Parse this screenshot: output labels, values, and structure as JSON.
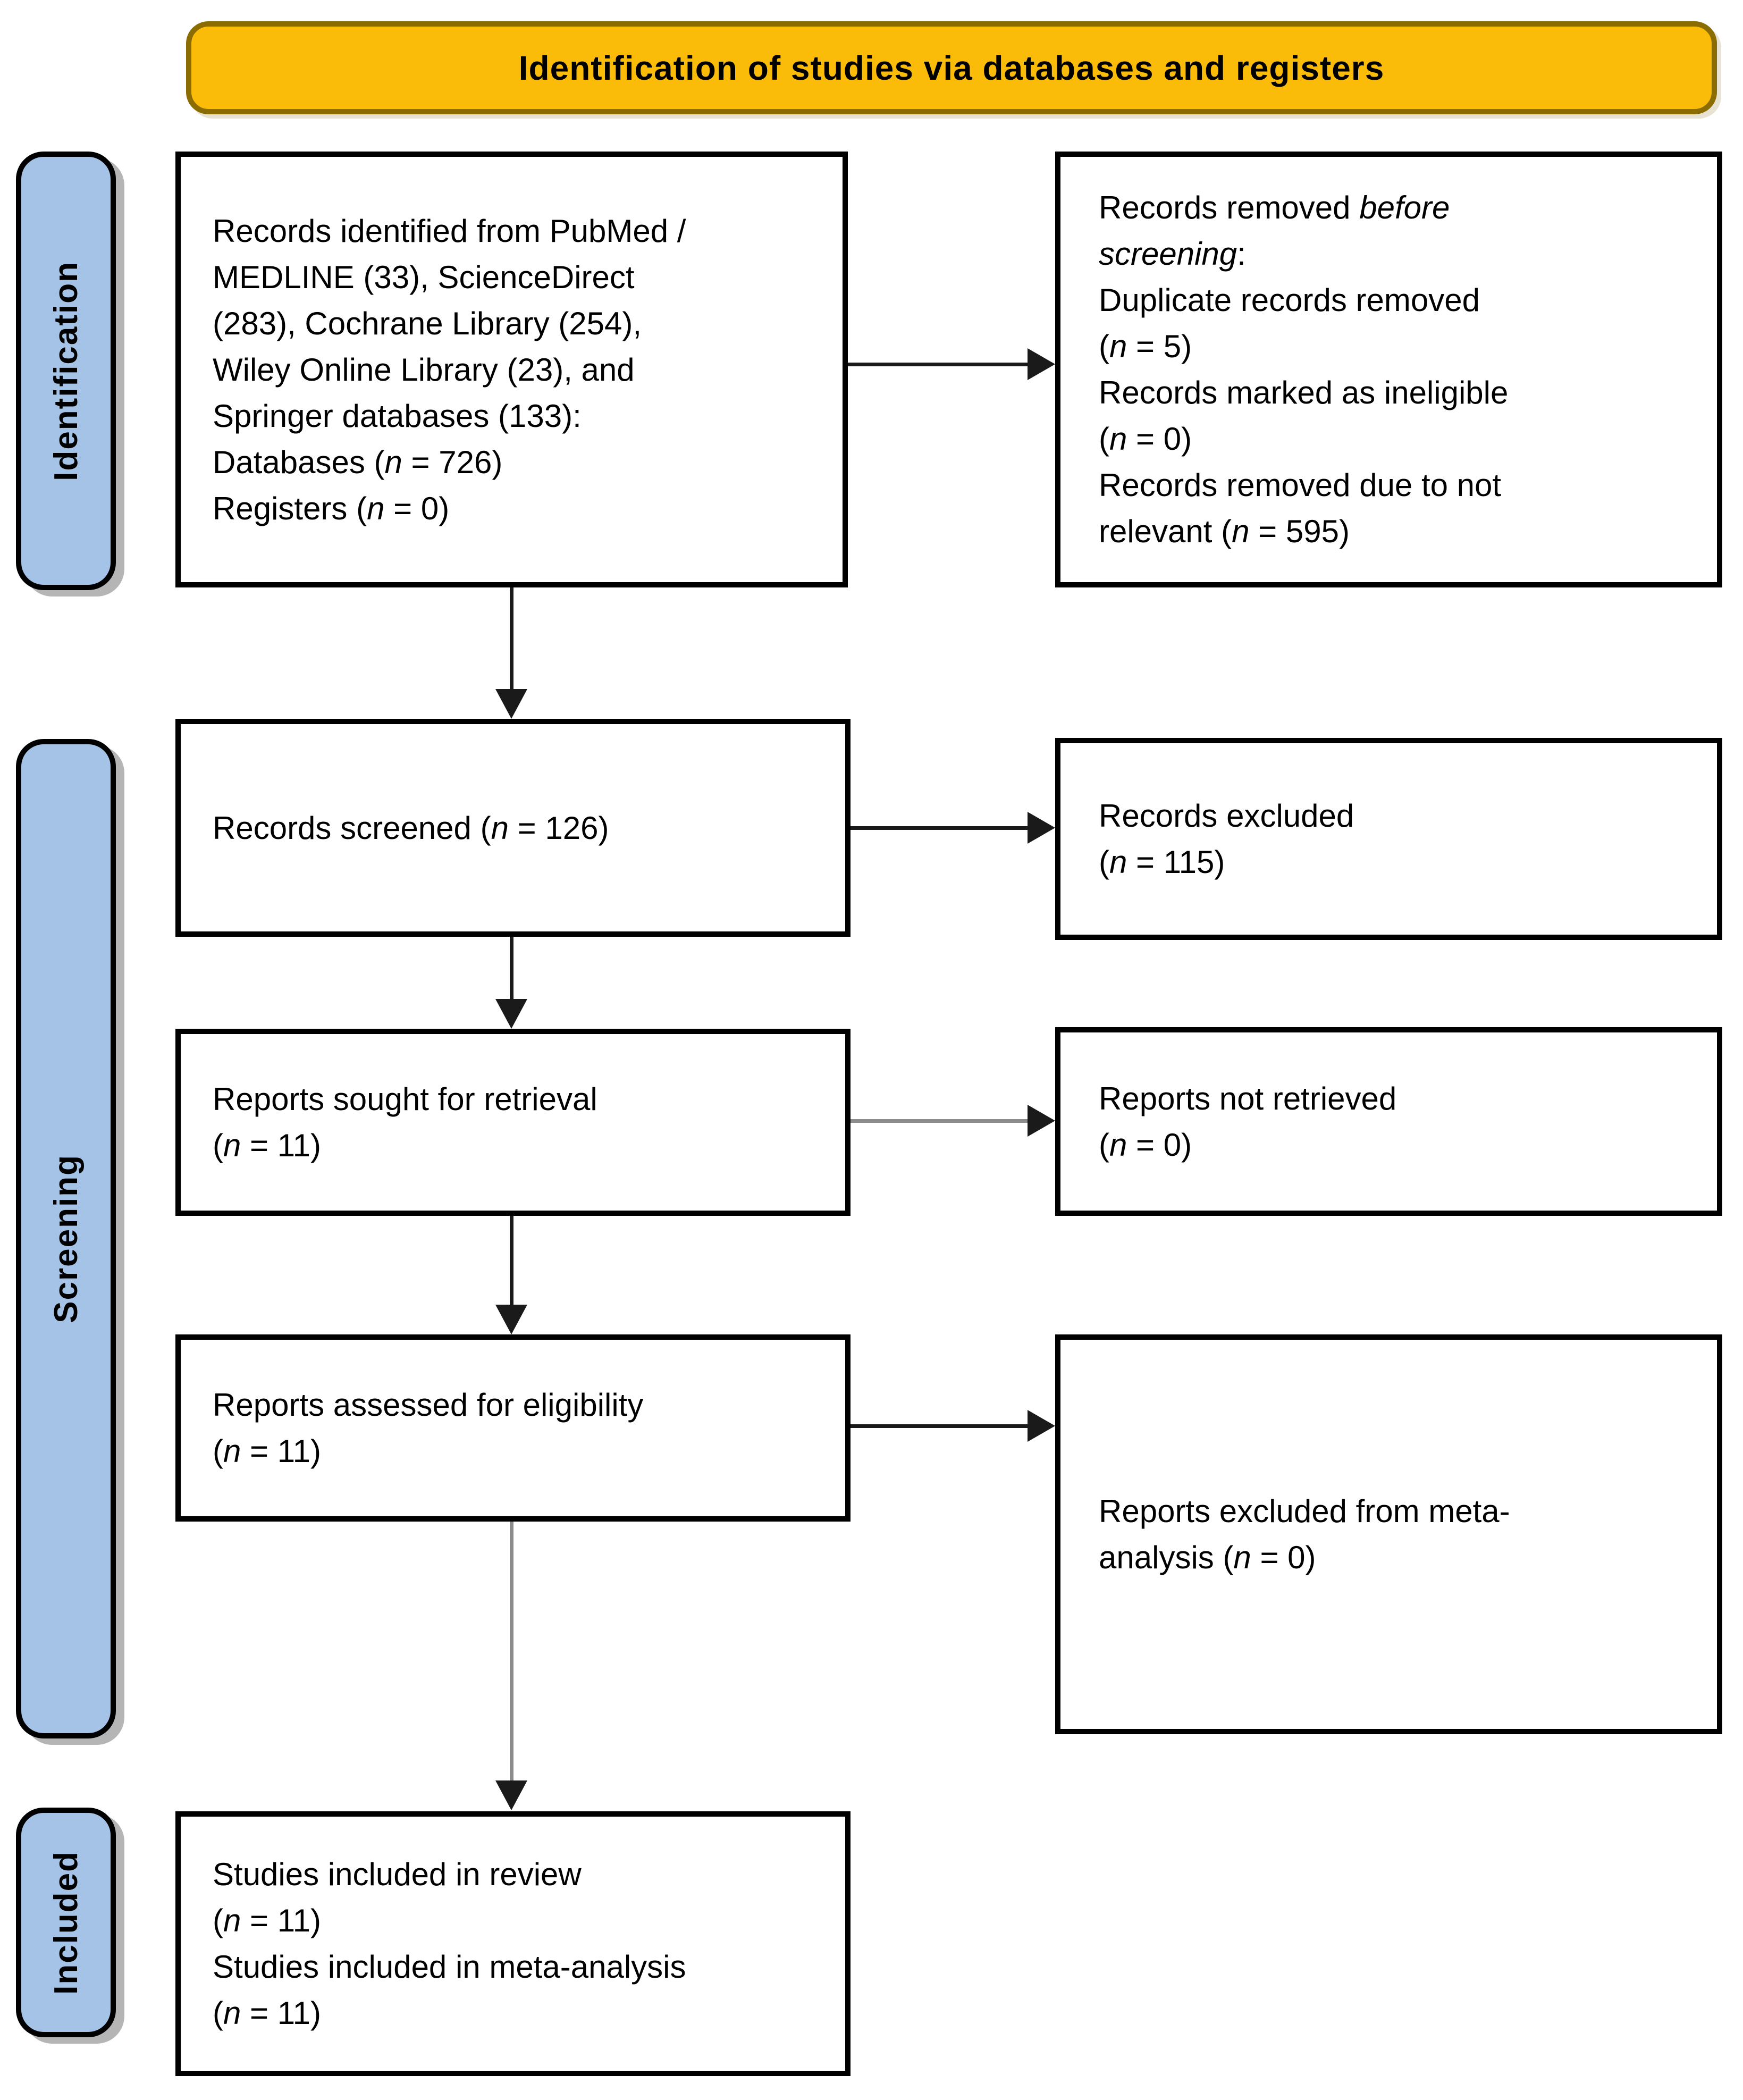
{
  "banner": {
    "title": "Identification of studies via databases and registers"
  },
  "stages": {
    "identification": "Identification",
    "screening": "Screening",
    "included": "Included"
  },
  "boxes": {
    "identified": {
      "lines": [
        "Records identified from PubMed /",
        "MEDLINE (33), ScienceDirect",
        "(283), Cochrane Library (254),",
        "Wiley Online Library (23), and",
        "Springer databases (133):",
        "Databases (*n* = 726)",
        "Registers (*n* = 0)"
      ]
    },
    "removed_before_screening": {
      "lines": [
        "Records removed *before*",
        "*screening*:",
        "Duplicate records removed",
        "(*n* = 5)",
        "Records marked as ineligible",
        "(*n* = 0)",
        "Records removed due to not",
        "relevant (*n* = 595)"
      ]
    },
    "screened": {
      "lines": [
        "Records screened (*n* = 126)"
      ]
    },
    "records_excluded": {
      "lines": [
        "Records excluded",
        "(*n* = 115)"
      ]
    },
    "sought_for_retrieval": {
      "lines": [
        "Reports sought for retrieval",
        "(*n* = 11)"
      ]
    },
    "not_retrieved": {
      "lines": [
        "Reports not retrieved",
        "(*n* = 0)"
      ]
    },
    "assessed_for_eligibility": {
      "lines": [
        "Reports assessed for eligibility",
        "(*n* = 11)"
      ]
    },
    "excluded_from_meta": {
      "lines": [
        "Reports excluded from meta-",
        "analysis (*n* = 0)"
      ]
    },
    "included_studies": {
      "lines": [
        "Studies included in review",
        "(*n* = 11)",
        "Studies included in meta-analysis",
        "(*n* = 11)"
      ]
    }
  },
  "colors": {
    "banner_fill": "#FBBC09",
    "banner_border": "#8A6C00",
    "stage_fill": "#A5C3E6",
    "stage_border": "#000000",
    "box_border": "#000000",
    "box_fill": "#FFFFFF",
    "arrow_dark": "#1A1A1A",
    "arrow_gray": "#8C8C8C",
    "shadow": "#B5B5B5"
  }
}
